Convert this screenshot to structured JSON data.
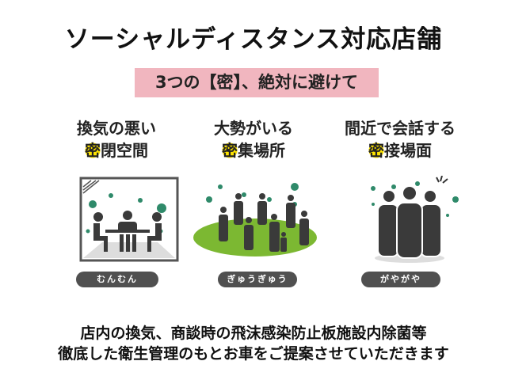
{
  "title": "ソーシャルディスタンス対応店舗",
  "subtitle": "3つの【密】、絶対に避けて",
  "columns": [
    {
      "line1": "換気の悪い",
      "mark": "密",
      "line2": "閉空間",
      "badge": "むんむん",
      "icon": "closed-room-icon"
    },
    {
      "line1": "大勢がいる",
      "mark": "密",
      "line2": "集場所",
      "badge": "ぎゅうぎゅう",
      "icon": "crowd-icon"
    },
    {
      "line1": "間近で会話する",
      "mark": "密",
      "line2": "接場面",
      "badge": "がやがや",
      "icon": "close-talk-icon"
    }
  ],
  "footer": {
    "line1": "店内の換気、商談時の飛沫感染防止板施設内除菌等",
    "line2": "徹底した衛生管理のもとお車をご提案させていただきます"
  },
  "colors": {
    "pink": "#f1b6bf",
    "highlight": "#ffe500",
    "virus": "#2f8a6a",
    "grass": "#7cb832",
    "figure": "#3a3a3a"
  }
}
